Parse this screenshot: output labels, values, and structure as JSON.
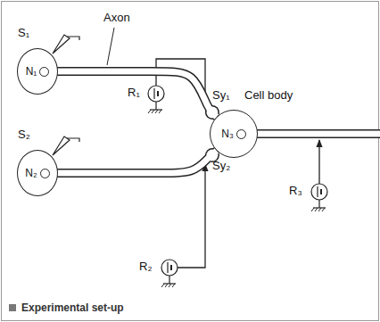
{
  "diagram": {
    "caption": "Experimental set-up",
    "nodes": [
      {
        "text": [
          "N₁"
        ]
      },
      {
        "text": [
          "N₂"
        ]
      },
      {
        "text": [
          "N₃"
        ]
      }
    ],
    "edges": [
      {
        "from": 0,
        "to": 2,
        "arrow": "none"
      },
      {
        "from": 1,
        "to": 2,
        "arrow": "none"
      }
    ],
    "labels": [
      "S₁",
      "R₁",
      "Axon",
      "Sy₁",
      "Cell body",
      "S₂",
      "Sy₂",
      "R₂",
      "R₃"
    ]
  }
}
